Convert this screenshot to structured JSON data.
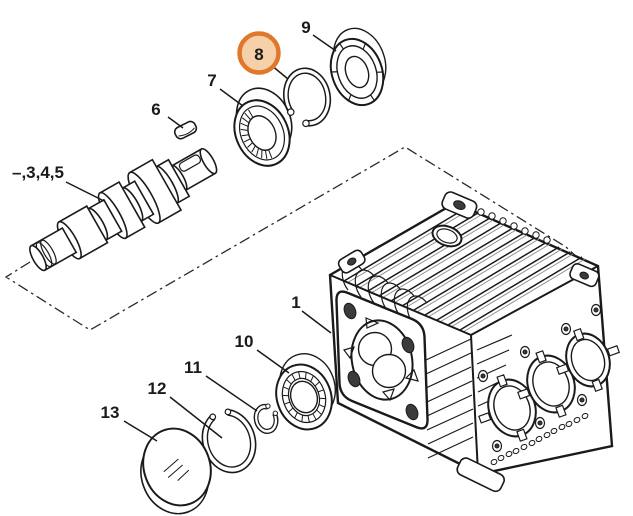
{
  "diagram": {
    "background": "#ffffff",
    "line_color": "#1a1a1a",
    "highlight": {
      "stroke": "#e0772b",
      "fill": "#f6d0a9"
    },
    "callouts": [
      {
        "label": "–,3,4,5",
        "highlighted": false
      },
      {
        "label": "6",
        "highlighted": false
      },
      {
        "label": "7",
        "highlighted": false
      },
      {
        "label": "8",
        "highlighted": true
      },
      {
        "label": "9",
        "highlighted": false
      },
      {
        "label": "1",
        "highlighted": false
      },
      {
        "label": "10",
        "highlighted": false
      },
      {
        "label": "11",
        "highlighted": false
      },
      {
        "label": "12",
        "highlighted": false
      },
      {
        "label": "13",
        "highlighted": false
      }
    ]
  }
}
